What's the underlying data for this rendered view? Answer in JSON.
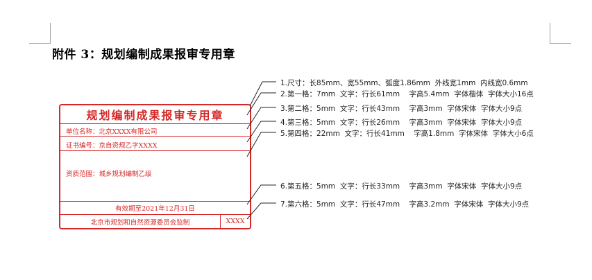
{
  "document": {
    "title": "附件 3：规划编制成果报审专用章"
  },
  "stamp": {
    "title": "规划编制成果报审专用章",
    "unit": "单位名称：北京XXXX有限公司",
    "cert": "证书编号：京自资规乙字XXXX",
    "scope": "资质范围：城乡规划编制乙级",
    "validity": "有效期至2021年12月31日",
    "supervisor": "北京市规划和自然资源委员会监制",
    "code": "XXXX"
  },
  "annotations": [
    "1.尺寸：长85mm、宽55mm、弧度1.86mm  外线宽1mm  内线宽0.6mm",
    "2.第一格：7mm  文字：行长61mm    字高5.4mm  字体楷体  字体大小16点",
    "3.第二格：5mm  文字：行长43mm    字高3mm  字体宋体  字体大小9点",
    "4.第三格：5mm  文字：行长26mm    字高3mm  字体宋体  字体大小9点",
    "5.第四格：22mm  文字：行长41mm    字高1.8mm  字体宋体  字体大小6点",
    "6.第五格：5mm  文字：行长33mm    字高3mm  字体宋体  字体大小9点",
    "7.第六格：5mm  文字：行长47mm    字高3.2mm  字体宋体  字体大小9点"
  ],
  "colors": {
    "stamp_red": "#d62828",
    "text": "#222222"
  }
}
